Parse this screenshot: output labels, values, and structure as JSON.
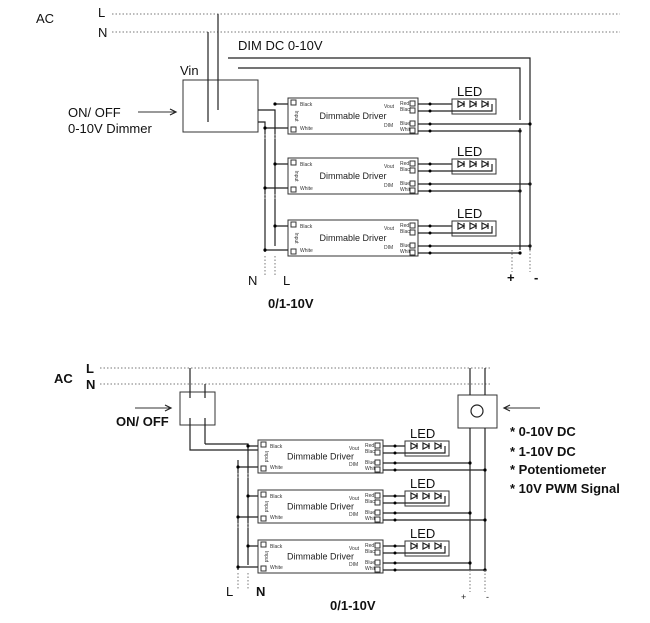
{
  "top": {
    "ac": "AC",
    "l": "L",
    "n": "N",
    "dim": "DIM  DC 0-10V",
    "vin": "Vin",
    "onoff": "ON/ OFF",
    "dimmer": "0-10V Dimmer",
    "bottom_n": "N",
    "bottom_l": "L",
    "plus": "+",
    "minus": "-",
    "caption": "0/1-10V"
  },
  "bottom": {
    "ac": "AC",
    "l": "L",
    "n": "N",
    "onoff": "ON/ OFF",
    "options": [
      "* 0-10V DC",
      "* 1-10V DC",
      "* Potentiometer",
      "* 10V PWM Signal"
    ],
    "bottom_l": "L",
    "bottom_n": "N",
    "plus": "+",
    "minus": "-",
    "caption": "0/1-10V"
  },
  "driver": {
    "title": "Dimmable Driver",
    "black": "Black",
    "white": "White",
    "input": "Input",
    "vout": "Vout",
    "dim": "DIM",
    "red": "Red",
    "black_out": "Black",
    "blue": "Blue",
    "white_out": "White"
  },
  "led": {
    "label": "LED"
  }
}
